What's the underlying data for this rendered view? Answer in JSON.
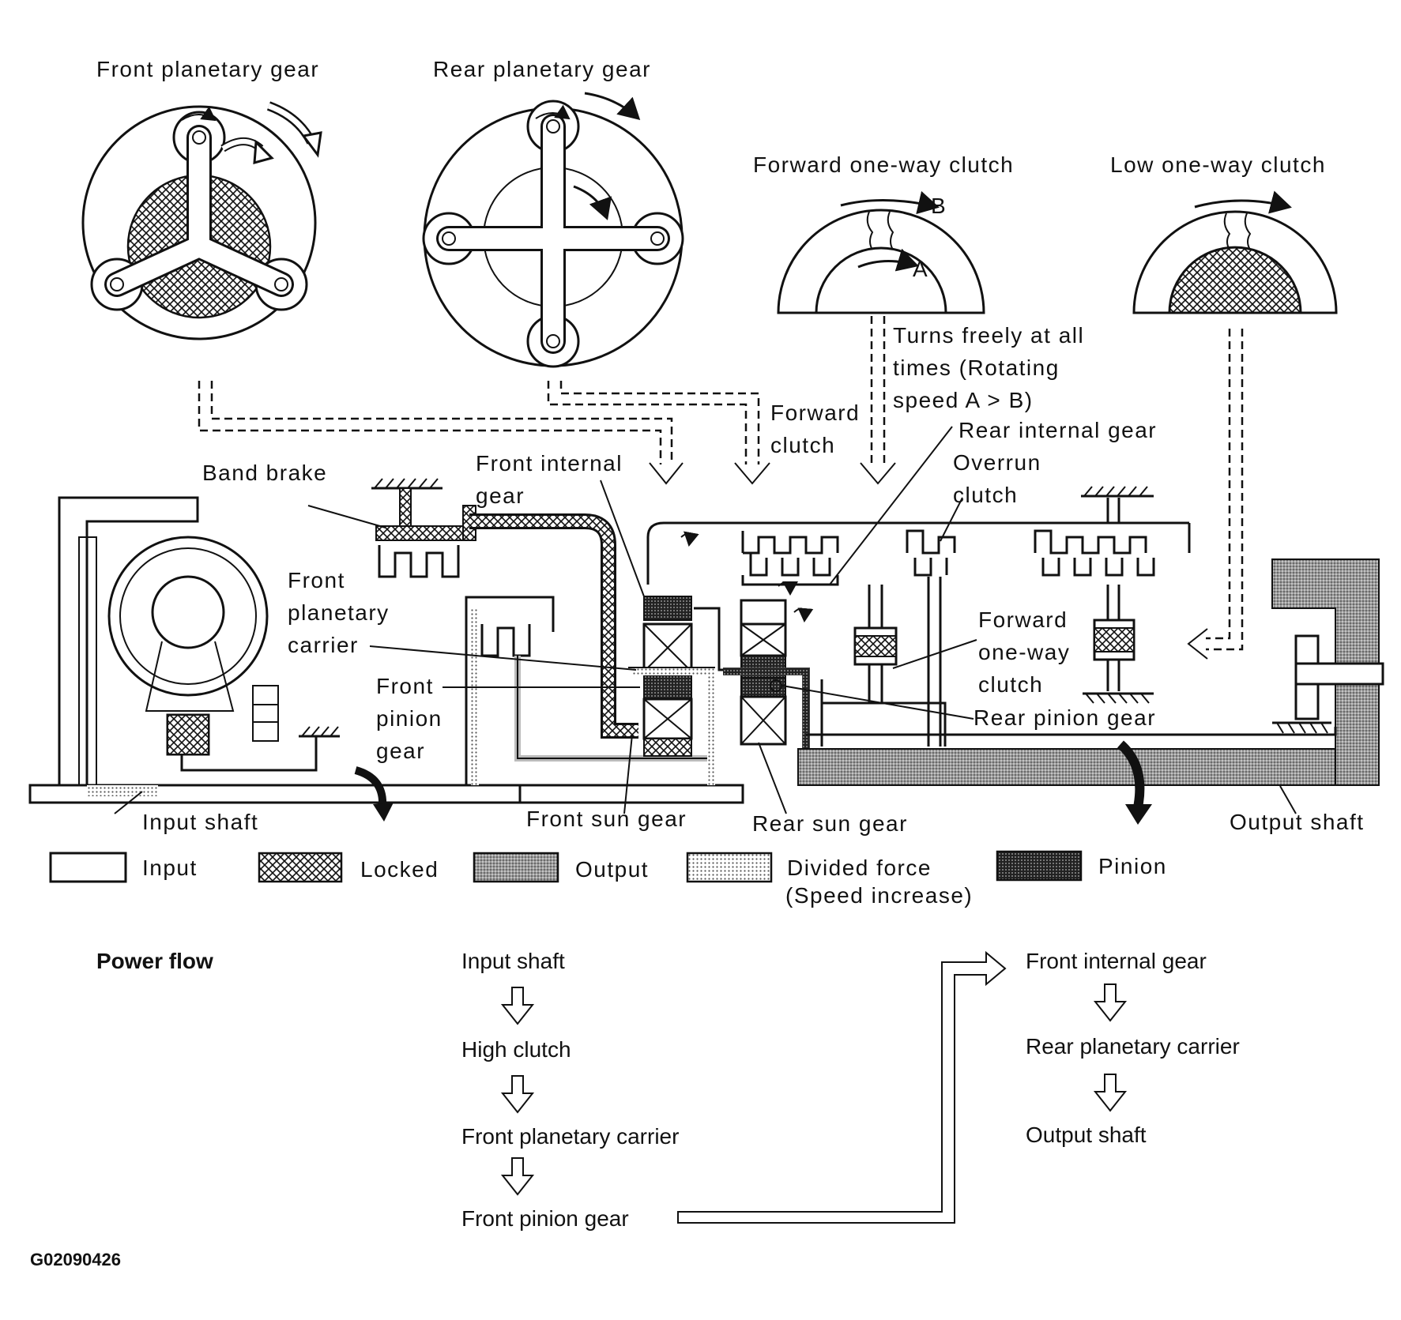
{
  "labels": {
    "front_planetary_gear": "Front planetary gear",
    "rear_planetary_gear": "Rear planetary gear",
    "forward_one_way_clutch_top": "Forward one-way clutch",
    "low_one_way_clutch": "Low one-way clutch",
    "marker_a": "A",
    "marker_b": "B",
    "turns_freely_1": "Turns freely at all",
    "turns_freely_2": "times (Rotating",
    "turns_freely_3": "speed A > B)",
    "forward_clutch_1": "Forward",
    "forward_clutch_2": "clutch",
    "rear_internal_gear": "Rear internal gear",
    "overrun_clutch_1": "Overrun",
    "overrun_clutch_2": "clutch",
    "band_brake": "Band brake",
    "front_internal_gear_1": "Front internal",
    "front_internal_gear_2": "gear",
    "front_planetary_carrier_1": "Front",
    "front_planetary_carrier_2": "planetary",
    "front_planetary_carrier_3": "carrier",
    "front_pinion_gear_1": "Front",
    "front_pinion_gear_2": "pinion",
    "front_pinion_gear_3": "gear",
    "forward_one_way_clutch_1": "Forward",
    "forward_one_way_clutch_2": "one-way",
    "forward_one_way_clutch_3": "clutch",
    "rear_pinion_gear": "Rear pinion gear",
    "input_shaft": "Input shaft",
    "front_sun_gear": "Front sun gear",
    "rear_sun_gear": "Rear sun gear",
    "output_shaft": "Output shaft"
  },
  "legend": {
    "input": "Input",
    "locked": "Locked",
    "output": "Output",
    "divided_force_1": "Divided force",
    "divided_force_2": "(Speed increase)",
    "pinion": "Pinion"
  },
  "power_flow": {
    "title": "Power flow",
    "steps_left": [
      "Input shaft",
      "High clutch",
      "Front planetary carrier",
      "Front pinion gear"
    ],
    "steps_right": [
      "Front internal gear",
      "Rear planetary carrier",
      "Output shaft"
    ]
  },
  "figure_id": "G02090426"
}
